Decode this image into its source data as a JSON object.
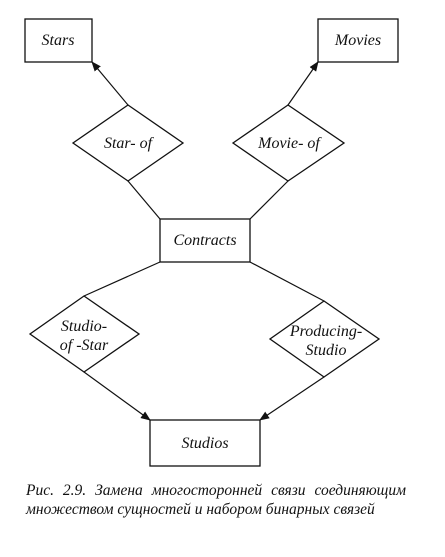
{
  "diagram": {
    "entities": {
      "stars": "Stars",
      "movies": "Movies",
      "contracts": "Contracts",
      "studios": "Studios"
    },
    "relationships": {
      "star_of": "Star- of",
      "movie_of": "Movie- of",
      "studio_of_star": [
        "Studio-",
        "of -Star"
      ],
      "producing_studio": [
        "Producing-",
        "Studio"
      ]
    }
  },
  "caption": {
    "text": "Рис. 2.9. Замена многосторонней связи со­единяющим множеством сущностей и набо­ром бинарных связей"
  },
  "colors": {
    "ink": "#111111",
    "background": "#ffffff"
  }
}
